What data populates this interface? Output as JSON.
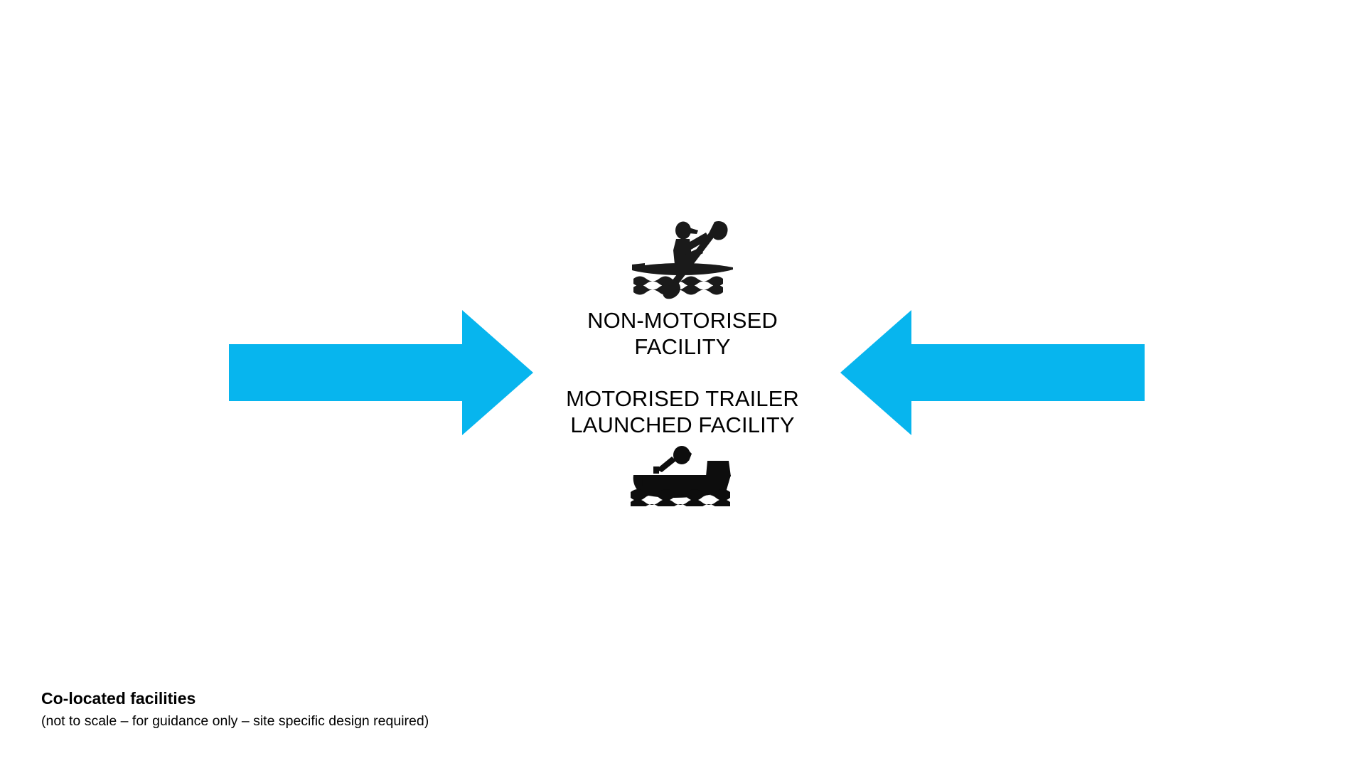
{
  "page": {
    "background_color": "#ffffff",
    "accent_color": "#07b5ee",
    "ink_color": "#000000"
  },
  "diagram": {
    "arrows": {
      "left": {
        "name": "arrow-pointing-right",
        "direction": "right",
        "color": "#07b5ee"
      },
      "right": {
        "name": "arrow-pointing-left",
        "direction": "left",
        "color": "#07b5ee"
      }
    },
    "icons": {
      "kayak": "kayak-icon",
      "motorboat": "motorboat-icon"
    },
    "labels": {
      "non_motorised": "NON-MOTORISED\nFACILITY",
      "motorised": "MOTORISED TRAILER\nLAUNCHED FACILITY"
    }
  },
  "caption": {
    "title": "Co-located facilities",
    "subtitle": "(not to scale – for guidance only – site specific design required)"
  }
}
